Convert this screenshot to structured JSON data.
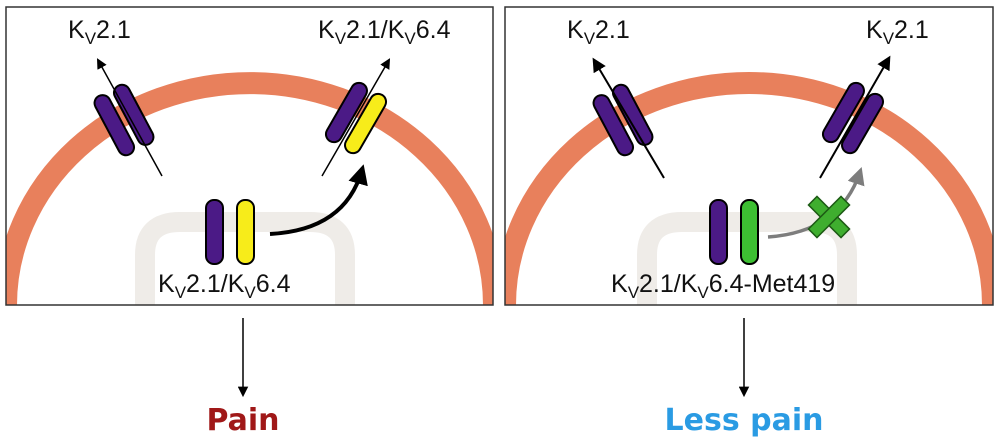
{
  "colors": {
    "membrane": "#e8805c",
    "kv21": "#4b1a86",
    "kv64": "#f7ec1a",
    "kv64_met419": "#3dbf32",
    "block_x": "#3fae2f",
    "pain": "#a01818",
    "less_pain": "#2a9be3",
    "outline": "#000000",
    "golgi": "#efece8"
  },
  "icons": {
    "channel": "ion-channel-icon",
    "block": "block-x-icon",
    "arrow": "arrow-icon"
  },
  "panels": [
    {
      "label_left_main": "K",
      "label_left_sub": "V",
      "label_left_tail": "2.1",
      "label_right_main1": "K",
      "label_right_sub1": "V",
      "label_right_mid": "2.1/K",
      "label_right_sub2": "V",
      "label_right_tail": "6.4",
      "inner_main1": "K",
      "inner_sub1": "V",
      "inner_mid": "2.1/K",
      "inner_sub2": "V",
      "inner_tail": "6.4",
      "outcome": "Pain"
    },
    {
      "label_left_main": "K",
      "label_left_sub": "V",
      "label_left_tail": "2.1",
      "label_right_main": "K",
      "label_right_sub": "V",
      "label_right_tail": "2.1",
      "inner_main1": "K",
      "inner_sub1": "V",
      "inner_mid": "2.1/K",
      "inner_sub2": "V",
      "inner_tail": "6.4-Met419",
      "outcome": "Less pain"
    }
  ]
}
